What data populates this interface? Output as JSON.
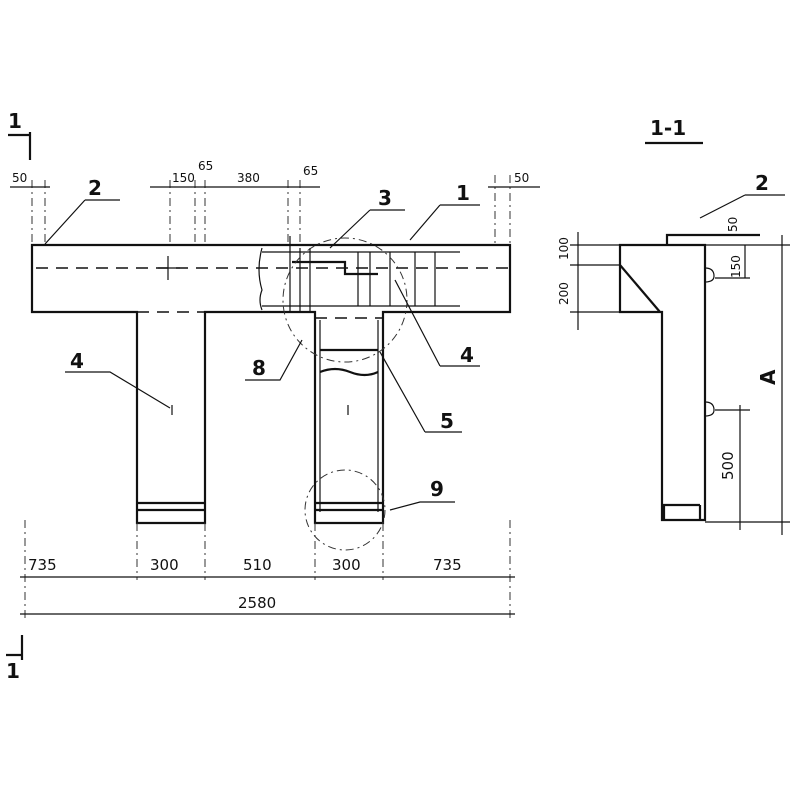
{
  "section_label": "1",
  "section_title": "1-1",
  "plan": {
    "top_dims": [
      "50",
      "150",
      "65",
      "380",
      "65",
      "50"
    ],
    "bottom_dims": [
      "735",
      "300",
      "510",
      "300",
      "735"
    ],
    "overall_dim": "2580",
    "callouts": [
      "2",
      "3",
      "1",
      "4",
      "8",
      "4",
      "5",
      "9"
    ]
  },
  "section": {
    "callout": "2",
    "dims": [
      "100",
      "200",
      "50",
      "150",
      "500",
      "A"
    ]
  }
}
